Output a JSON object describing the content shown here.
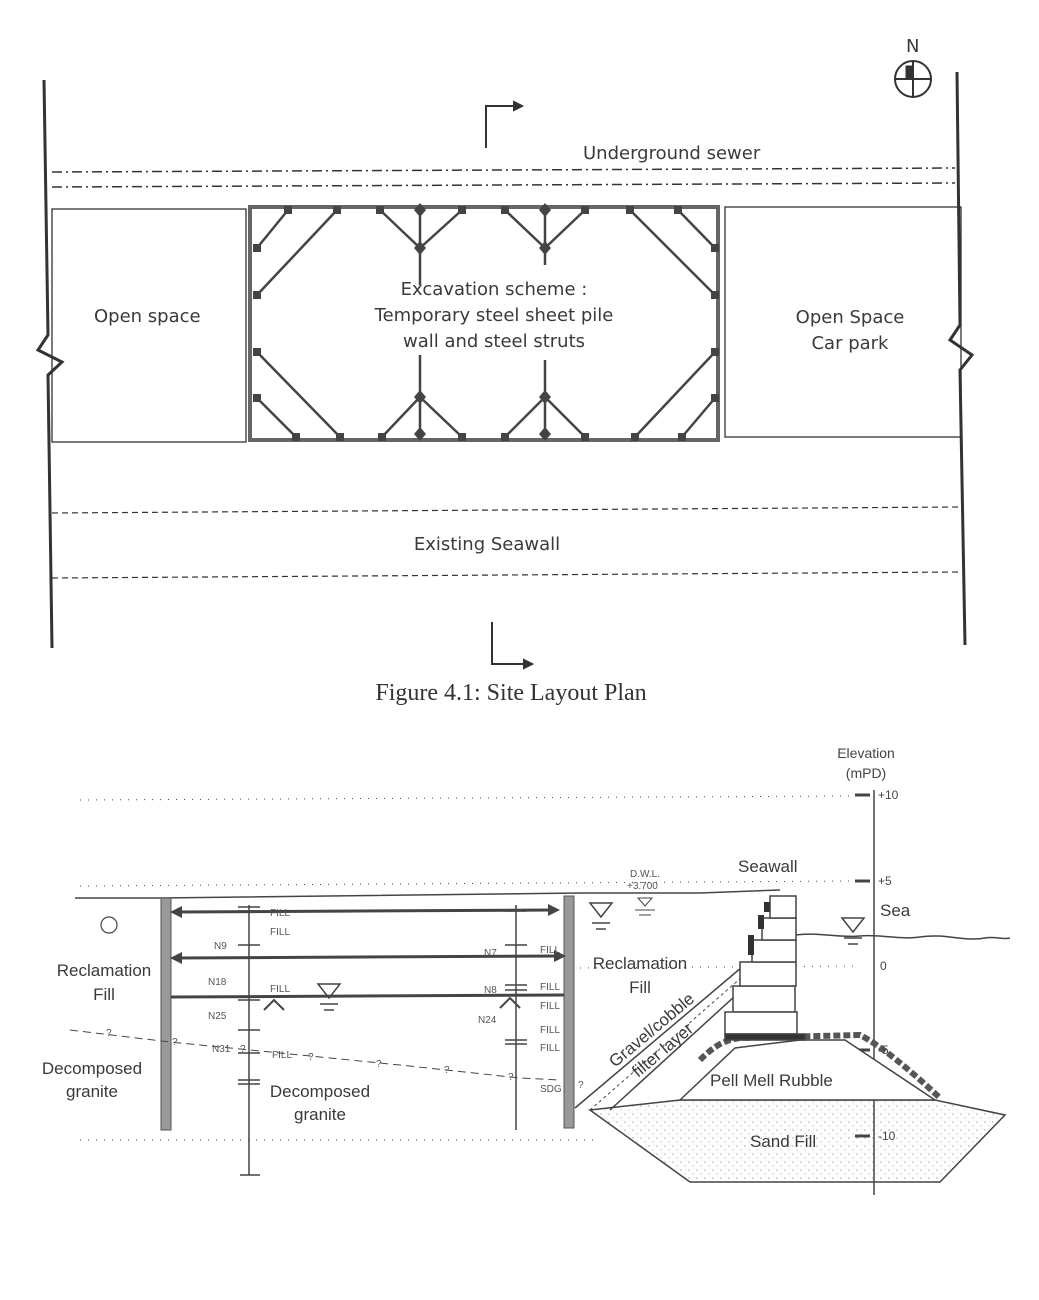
{
  "plan": {
    "north_label": "N",
    "underground_sewer": "Underground sewer",
    "open_space_left": "Open space",
    "excavation_line1": "Excavation scheme :",
    "excavation_line2": "Temporary steel sheet pile",
    "excavation_line3": "wall and steel struts",
    "open_space_right_line1": "Open Space",
    "open_space_right_line2": "Car park",
    "existing_seawall": "Existing Seawall",
    "caption": "Figure 4.1: Site Layout Plan"
  },
  "section": {
    "elevation_title_line1": "Elevation",
    "elevation_title_line2": "(mPD)",
    "elevation_ticks": [
      "+10",
      "+5",
      "0",
      "-5",
      "-10"
    ],
    "seawall": "Seawall",
    "sea": "Sea",
    "dwl_line1": "D.W.L.",
    "dwl_line2": "+3.700",
    "reclamation_fill_left_line1": "Reclamation",
    "reclamation_fill_left_line2": "Fill",
    "decomposed_granite_left_line1": "Decomposed",
    "decomposed_granite_left_line2": "granite",
    "decomposed_granite_mid_line1": "Decomposed",
    "decomposed_granite_mid_line2": "granite",
    "reclamation_fill_right_line1": "Reclamation",
    "reclamation_fill_right_line2": "Fill",
    "gravel_filter_line1": "Gravel/cobble",
    "gravel_filter_line2": "filter layer",
    "pell_mell_rubble": "Pell Mell Rubble",
    "sand_fill": "Sand Fill",
    "borehole_labels": {
      "fill_a": "FILL",
      "fill_b": "FILL",
      "n9": "N9",
      "n18": "N18",
      "fill_c": "FILL",
      "n25": "N25",
      "n31": "N31",
      "fill_d": "FILL",
      "n7": "N7",
      "fill_e": "FILL",
      "n8": "N8",
      "fill_f": "FILL",
      "fill_g": "FILL",
      "n24": "N24",
      "fill_h": "FILL",
      "fill_i": "FILL",
      "q1": "?",
      "q2": "?",
      "q3": "?",
      "q4": "?",
      "q5": "?",
      "q6": "?",
      "q7": "?",
      "q8": "?",
      "sdg": "SDG"
    }
  },
  "colors": {
    "line": "#555555",
    "pile": "#888888",
    "text": "#3a3a3a"
  }
}
